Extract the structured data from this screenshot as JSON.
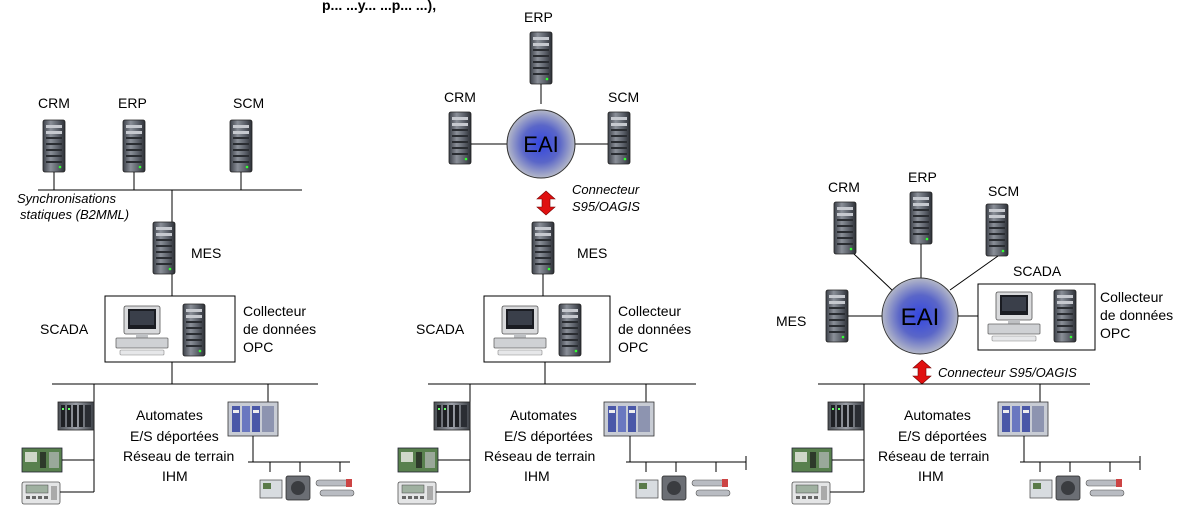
{
  "header_fragment": "p... ...y... ...p... ...),",
  "colors": {
    "eai_fill": "#2f3fcf",
    "eai_ring": "#9aa0b4",
    "connector_arrow": "#e01010",
    "server_dark": "#555a63",
    "line": "#000000"
  },
  "left_architecture": {
    "top_systems": [
      "CRM",
      "ERP",
      "SCM"
    ],
    "sync_label_1": "Synchronisations",
    "sync_label_2": "statiques (B2MML)",
    "mes_label": "MES",
    "scada_label": "SCADA",
    "collector_line1": "Collecteur",
    "collector_line2": "de données",
    "collector_line3": "OPC",
    "field_lines": [
      "Automates",
      "E/S déportées",
      "Réseau de terrain",
      "IHM"
    ],
    "icons": [
      "server-icon",
      "workstation-icon",
      "plc-icon",
      "hmi-panel-icon",
      "remote-io-icon",
      "sensor-icon"
    ]
  },
  "middle_architecture": {
    "erp_label": "ERP",
    "crm_label": "CRM",
    "scm_label": "SCM",
    "eai_label": "EAI",
    "connector_line1": "Connecteur",
    "connector_line2": "S95/OAGIS",
    "mes_label": "MES",
    "scada_label": "SCADA",
    "collector_line1": "Collecteur",
    "collector_line2": "de données",
    "collector_line3": "OPC",
    "field_lines": [
      "Automates",
      "E/S déportées",
      "Réseau de terrain",
      "IHM"
    ]
  },
  "right_architecture": {
    "crm_label": "CRM",
    "erp_label": "ERP",
    "scm_label": "SCM",
    "mes_label": "MES",
    "eai_label": "EAI",
    "scada_label": "SCADA",
    "collector_line1": "Collecteur",
    "collector_line2": "de données",
    "collector_line3": "OPC",
    "connector_label": "Connecteur S95/OAGIS",
    "field_lines": [
      "Automates",
      "E/S déportées",
      "Réseau de terrain",
      "IHM"
    ]
  }
}
